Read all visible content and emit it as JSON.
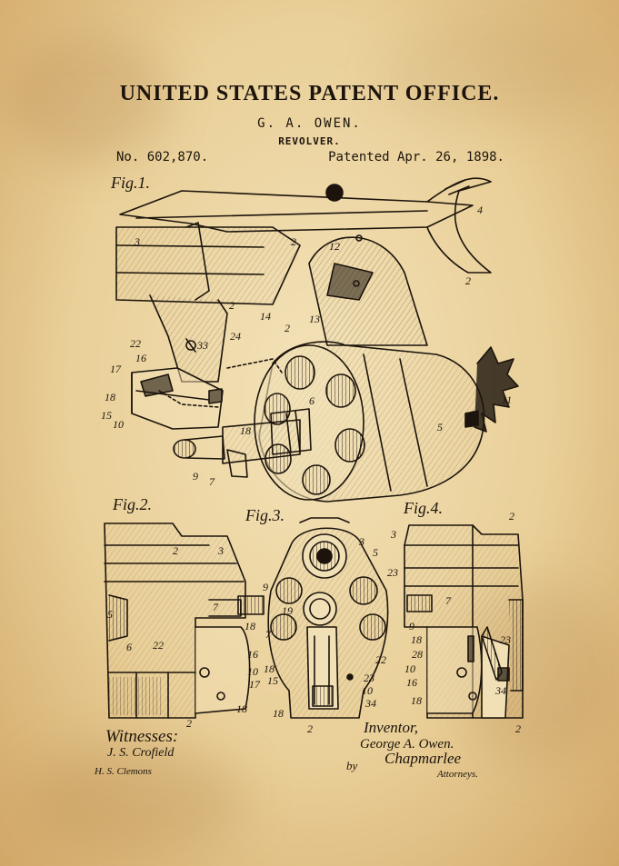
{
  "header": {
    "office": "UNITED STATES PATENT OFFICE.",
    "inventor": "G. A. OWEN.",
    "title": "REVOLVER.",
    "patent_number": "No. 602,870.",
    "patent_date": "Patented Apr. 26, 1898."
  },
  "figures": {
    "fig1": "Fig.1.",
    "fig2": "Fig.2.",
    "fig3": "Fig.3.",
    "fig4": "Fig.4."
  },
  "reference_numbers": {
    "fig1": [
      "4",
      "3",
      "2",
      "12",
      "2",
      "13",
      "2",
      "14",
      "2",
      "24",
      "22",
      "16",
      "17",
      "33",
      "18",
      "15",
      "10",
      "6",
      "11",
      "5",
      "18",
      "9",
      "7"
    ],
    "fig2": [
      "2",
      "3",
      "9",
      "7",
      "5",
      "18",
      "6",
      "22",
      "16",
      "10",
      "17",
      "18",
      "2"
    ],
    "fig3": [
      "3",
      "5",
      "23",
      "19",
      "7",
      "22",
      "18",
      "15",
      "23",
      "10",
      "34",
      "18",
      "2"
    ],
    "fig4": [
      "2",
      "3",
      "7",
      "9",
      "18",
      "23",
      "28",
      "10",
      "16",
      "18",
      "34",
      "2"
    ]
  },
  "signatures": {
    "witnesses_label": "Witnesses:",
    "witness_1": "J. S. Crofield",
    "witness_2": "H. S. Clemons",
    "inventor_label": "Inventor,",
    "inventor_signature": "George A. Owen.",
    "by_label": "by",
    "attorney_signature": "Chapmarlee",
    "attorneys_label": "Attorneys."
  },
  "colors": {
    "paper": "#ecd5a2",
    "ink": "#1c140c"
  }
}
